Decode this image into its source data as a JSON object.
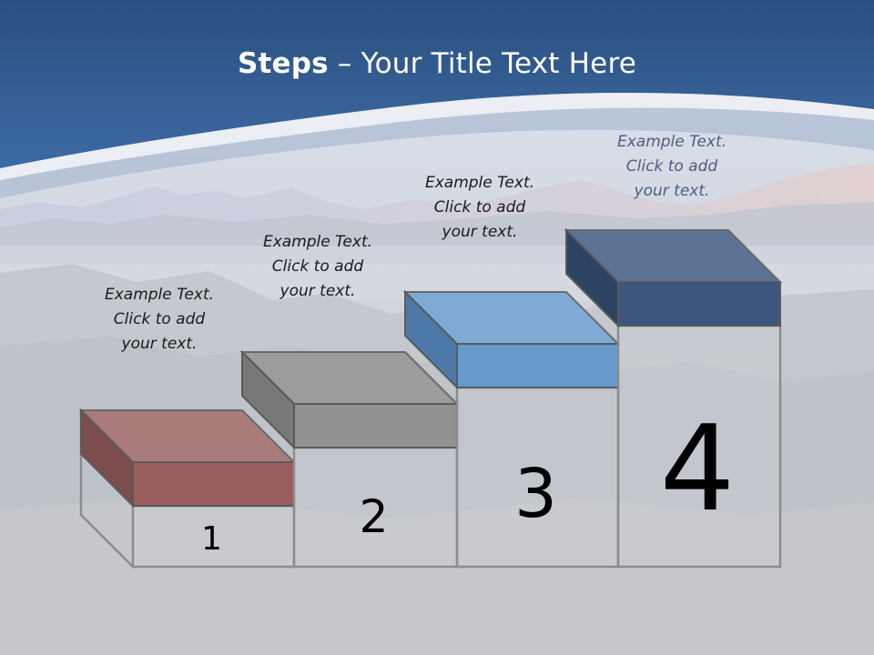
{
  "title": {
    "bold": "Steps",
    "rest": " – Your Title Text Here"
  },
  "steps": [
    {
      "number": "1",
      "caption": [
        "Example Text.",
        "Click  to add",
        "your text."
      ],
      "colors": {
        "top": "#aa7b7b",
        "front": "#9b5e5e",
        "side": "#7d4d4d"
      }
    },
    {
      "number": "2",
      "caption": [
        "Example Text.",
        "Click  to add",
        "your text."
      ],
      "colors": {
        "top": "#9c9c9c",
        "front": "#929292",
        "side": "#787878"
      }
    },
    {
      "number": "3",
      "caption": [
        "Example Text.",
        "Click  to add",
        "your text."
      ],
      "colors": {
        "top": "#80aad6",
        "front": "#6699cc",
        "side": "#4e7aaa"
      }
    },
    {
      "number": "4",
      "caption": [
        "Example Text.",
        "Click  to add",
        "your text."
      ],
      "colors": {
        "top": "#5b7295",
        "front": "#3d5680",
        "side": "#2d4364"
      }
    }
  ]
}
